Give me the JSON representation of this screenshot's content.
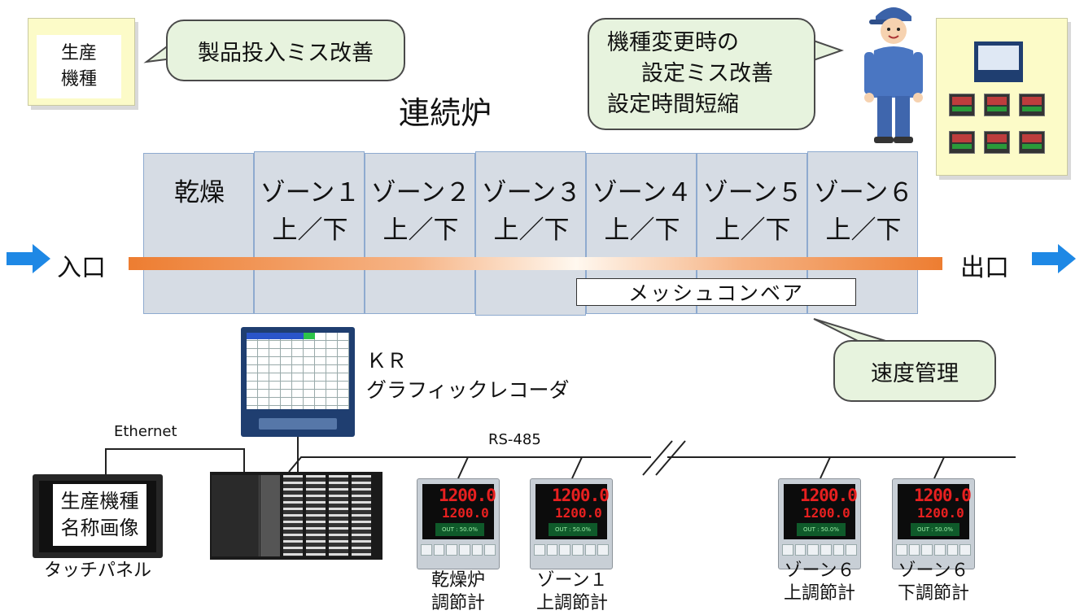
{
  "product_card": {
    "line1": "生産",
    "line2": "機種"
  },
  "bubble_product": "製品投入ミス改善",
  "bubble_setup": {
    "line1": "機種変更時の",
    "line2": "設定ミス改善",
    "line3": "設定時間短縮"
  },
  "furnace_title": "連続炉",
  "zones": [
    {
      "name": "乾燥",
      "sub": ""
    },
    {
      "name": "ゾーン１",
      "sub": "上／下"
    },
    {
      "name": "ゾーン２",
      "sub": "上／下"
    },
    {
      "name": "ゾーン３",
      "sub": "上／下"
    },
    {
      "name": "ゾーン４",
      "sub": "上／下"
    },
    {
      "name": "ゾーン５",
      "sub": "上／下"
    },
    {
      "name": "ゾーン６",
      "sub": "上／下"
    }
  ],
  "entrance_label": "入口",
  "exit_label": "出口",
  "mesh_conveyor_label": "メッシュコンベア",
  "bubble_speed": "速度管理",
  "kr": {
    "line1": "ＫＲ",
    "line2": "グラフィックレコーダ"
  },
  "ethernet_label": "Ethernet",
  "rs485_label": "RS-485",
  "touch_panel": {
    "screen_line1": "生産機種",
    "screen_line2": "名称画像",
    "caption": "タッチパネル"
  },
  "controllers": [
    {
      "pv": "1200.0",
      "sv": "1200.0",
      "out": "OUT : 50.0%",
      "caption1": "乾燥炉",
      "caption2": "調節計"
    },
    {
      "pv": "1200.0",
      "sv": "1200.0",
      "out": "OUT : 50.0%",
      "caption1": "ゾーン１",
      "caption2": "上調節計"
    },
    {
      "pv": "1200.0",
      "sv": "1200.0",
      "out": "OUT : 50.0%",
      "caption1": "ゾーン６",
      "caption2": "上調節計"
    },
    {
      "pv": "1200.0",
      "sv": "1200.0",
      "out": "OUT : 50.0%",
      "caption1": "ゾーン６",
      "caption2": "下調節計"
    }
  ],
  "colors": {
    "zone_fill": "#d6dce4",
    "zone_border": "#8eaacf",
    "bubble_fill": "#e7f3de",
    "card_fill": "#fcfbc8",
    "arrow_blue": "#1e88e5",
    "belt_orange": "#ed7d31",
    "recorder_blue": "#1f3e70"
  },
  "icons": {
    "flow_arrow": "right-arrow-icon",
    "operator": "worker-icon"
  }
}
